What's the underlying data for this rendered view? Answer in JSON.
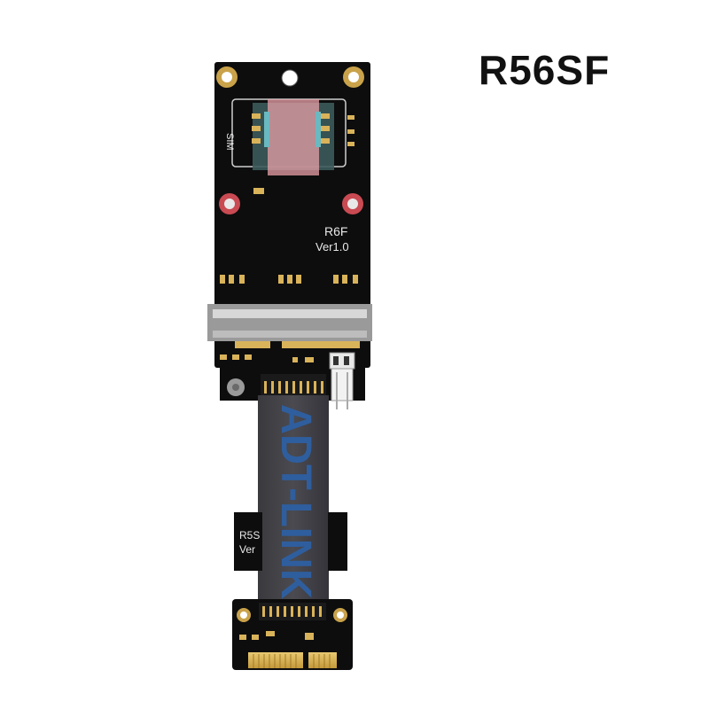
{
  "product": {
    "model": "R56SF"
  },
  "board_top": {
    "model_label": "R6F",
    "version_label": "Ver1.0",
    "sim_label": "SIM"
  },
  "board_bottom": {
    "model_label": "R5S",
    "version_label": "Ver"
  },
  "cable": {
    "brand": "ADT-LINK"
  }
}
